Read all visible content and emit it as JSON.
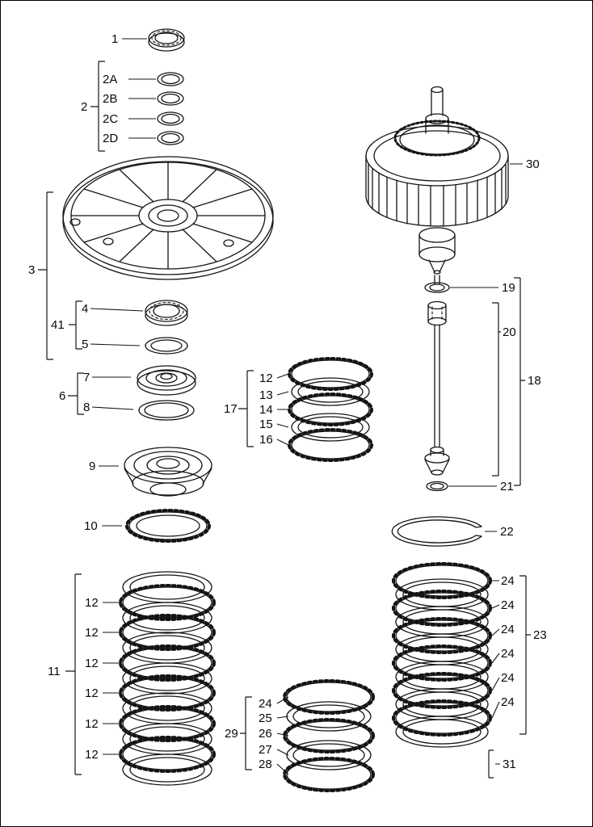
{
  "diagram": {
    "background": "#ffffff",
    "line_color": "#141414",
    "callouts": {
      "c1": "1",
      "c2": "2",
      "c2a": "2A",
      "c2b": "2B",
      "c2c": "2C",
      "c2d": "2D",
      "c3": "3",
      "c4": "4",
      "c41": "41",
      "c5": "5",
      "c6": "6",
      "c7": "7",
      "c8": "8",
      "c9": "9",
      "c10": "10",
      "c11": "11",
      "left_stack": [
        "12",
        "12",
        "12",
        "12",
        "12",
        "12"
      ],
      "c17": "17",
      "mid_stack": [
        "12",
        "13",
        "14",
        "15",
        "16"
      ],
      "c30": "30",
      "c19": "19",
      "c20": "20",
      "c18": "18",
      "c21": "21",
      "c22": "22",
      "c23": "23",
      "right_stack": [
        "24",
        "24",
        "24",
        "24",
        "24",
        "24"
      ],
      "c29": "29",
      "bottom_stack": [
        "24",
        "25",
        "26",
        "27",
        "28"
      ],
      "c31": "31"
    }
  }
}
